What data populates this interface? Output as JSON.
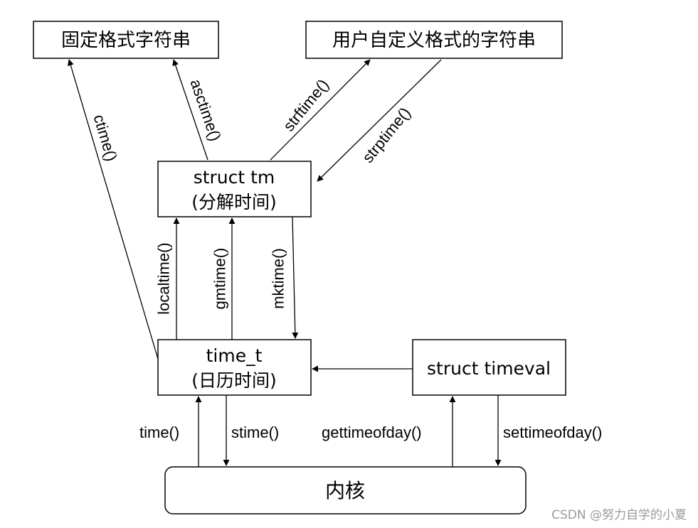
{
  "nodes": {
    "fixed_string": "固定格式字符串",
    "user_string": "用户自定义格式的字符串",
    "struct_tm_line1": "struct tm",
    "struct_tm_line2": "(分解时间)",
    "time_t_line1": "time_t",
    "time_t_line2": "(日历时间)",
    "struct_timeval": "struct timeval",
    "kernel": "内核"
  },
  "edges": {
    "ctime": "ctime()",
    "asctime": "asctime()",
    "strftime": "strftime()",
    "strptime": "strptime()",
    "localtime": "localtime()",
    "gmtime": "gmtime()",
    "mktime": "mktime()",
    "time": "time()",
    "stime": "stime()",
    "gettimeofday": "gettimeofday()",
    "settimeofday": "settimeofday()"
  },
  "watermark": "CSDN @努力自学的小夏"
}
